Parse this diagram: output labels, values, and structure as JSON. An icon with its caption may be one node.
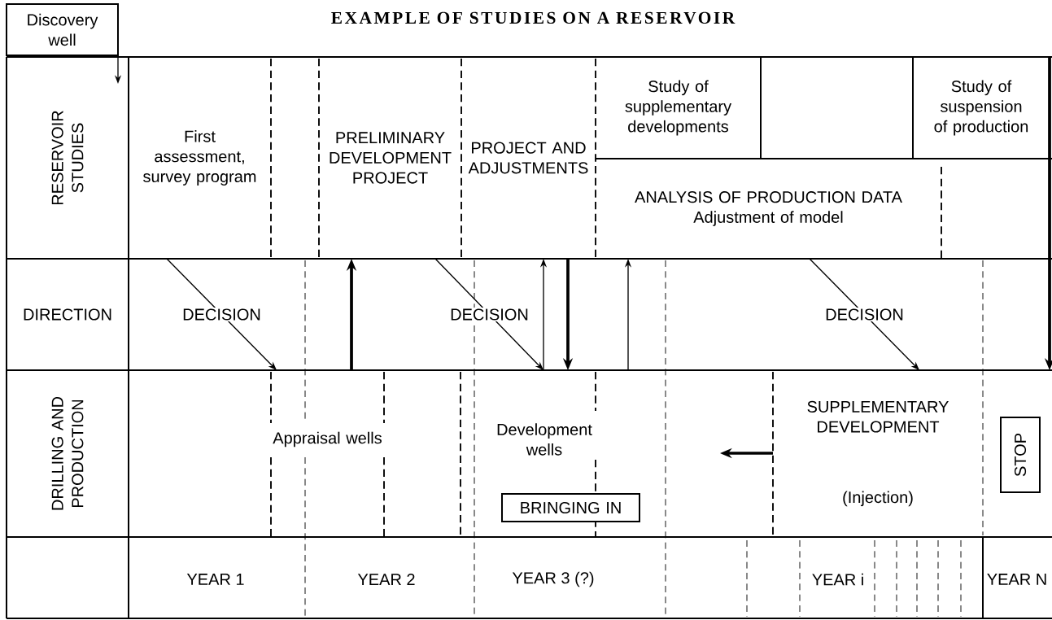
{
  "diagram": {
    "title": "EXAMPLE OF STUDIES ON A RESERVOIR",
    "nodes": [
      {
        "text": [
          "Discovery well"
        ]
      },
      {
        "text": [
          "RESERVOIR STUDIES"
        ]
      },
      {
        "text": [
          "First assessment, survey program"
        ]
      },
      {
        "text": [
          "PRELIMINARY DEVELOPMENT PROJECT"
        ]
      },
      {
        "text": [
          "PROJECT AND ADJUSTMENTS"
        ]
      },
      {
        "text": [
          "Study of supplementary developments"
        ]
      },
      {
        "text": [],
        "shape": "box"
      },
      {
        "text": [
          "Study of suspension of production"
        ]
      },
      {
        "text": [
          "ANALYSIS OF PRODUCTION DATA",
          "Adjustment of model"
        ]
      },
      {
        "text": [
          "DIRECTION"
        ]
      },
      {
        "text": [
          "DRILLING AND PRODUCTION"
        ]
      },
      {
        "text": [
          "Appraisal wells"
        ]
      },
      {
        "text": [
          "Development wells"
        ]
      },
      {
        "text": [
          "BRINGING IN"
        ]
      },
      {
        "text": [
          "SUPPLEMENTARY DEVELOPMENT",
          "(Injection)"
        ]
      },
      {
        "text": [
          "STOP"
        ]
      }
    ],
    "edges": [
      {
        "from": 0,
        "to": 1,
        "arrow": "to"
      },
      {
        "from": 2,
        "to": 11,
        "arrow": "to",
        "label": "DECISION"
      },
      {
        "from": 11,
        "to": 3,
        "arrow": "to",
        "style": "thick"
      },
      {
        "from": 3,
        "to": 12,
        "arrow": "to",
        "label": "DECISION"
      },
      {
        "from": 12,
        "to": 4,
        "arrow": "to"
      },
      {
        "from": 4,
        "to": 12,
        "arrow": "to",
        "style": "thick"
      },
      {
        "from": 12,
        "to": 8,
        "arrow": "to"
      },
      {
        "from": 8,
        "to": 14,
        "arrow": "to",
        "label": "DECISION"
      },
      {
        "from": 7,
        "to": null,
        "arrow": "to",
        "style": "thick"
      },
      {
        "from": 14,
        "to": null,
        "arrow": "to",
        "style": "thick"
      }
    ],
    "labels": [
      "YEAR 1",
      "YEAR 2",
      "YEAR 3 (?)",
      "YEAR i",
      "YEAR N"
    ]
  }
}
